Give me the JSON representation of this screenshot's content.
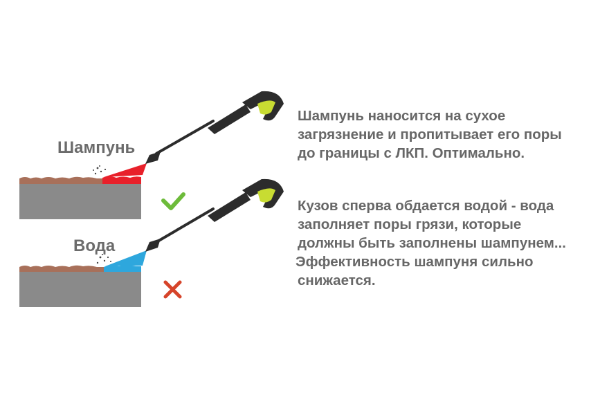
{
  "panels": [
    {
      "id": "shampoo",
      "label": "Шампунь",
      "result_icon": "check-mark-icon",
      "spray_color": "#e8202a",
      "result_color": "#6dbb3a",
      "description_lines": [
        "Шампунь наносится на сухое",
        "загрязнение и пропитывает его поры",
        "до границы с ЛКП. Оптимально."
      ]
    },
    {
      "id": "water",
      "label": "Вода",
      "result_icon": "cross-mark-icon",
      "spray_color": "#2ea7dd",
      "result_color": "#d6442a",
      "description_lines": [
        "Кузов сперва обдается водой - вода",
        "заполняет поры грязи, которые",
        "должны быть заполнены шампунем...",
        "Эффективность шампуня сильно",
        "снижается."
      ]
    }
  ],
  "colors": {
    "dirt": "#a8705a",
    "panel_surface": "#8a8a8a",
    "gun_body": "#2c2c2c",
    "gun_trigger": "#c8dc32",
    "text": "#676767"
  }
}
